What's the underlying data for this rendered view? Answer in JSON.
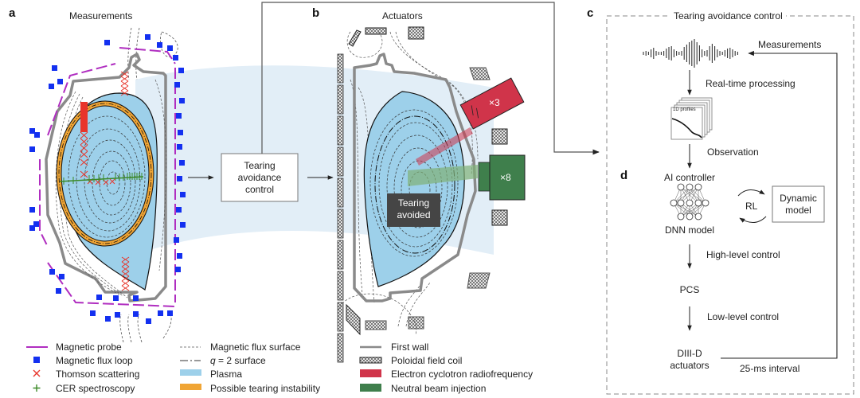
{
  "panels": {
    "a": {
      "label": "a",
      "title": "Measurements"
    },
    "b": {
      "label": "b",
      "title": "Actuators"
    },
    "c": {
      "label": "c",
      "title": "Tearing avoidance control"
    },
    "d": {
      "label": "d"
    }
  },
  "middle_box": {
    "line1": "Tearing",
    "line2": "avoidance",
    "line3": "control"
  },
  "tearing_avoided": {
    "line1": "Tearing",
    "line2": "avoided"
  },
  "actuator_labels": {
    "ecrf": "×3",
    "nbi": "×8"
  },
  "flow": {
    "measurements": "Measurements",
    "realtime": "Real-time processing",
    "profiles": "1D profiles",
    "observation": "Observation",
    "ai_controller": "AI controller",
    "dnn_model": "DNN model",
    "rl": "RL",
    "dynamic_line1": "Dynamic",
    "dynamic_line2": "model",
    "high_level": "High-level control",
    "pcs": "PCS",
    "low_level": "Low-level control",
    "diiid_line1": "DIII-D",
    "diiid_line2": "actuators",
    "interval": "25-ms interval"
  },
  "legend": {
    "col1": [
      {
        "label": "Magnetic probe",
        "icon": "magenta-line"
      },
      {
        "label": "Magnetic flux loop",
        "icon": "blue-square"
      },
      {
        "label": "Thomson scattering",
        "icon": "red-cross"
      },
      {
        "label": "CER spectroscopy",
        "icon": "green-plus"
      }
    ],
    "col2": [
      {
        "label": "Magnetic flux surface",
        "icon": "dashed-line"
      },
      {
        "label_prefix": "q",
        "label": " = 2 surface",
        "icon": "dash-dot-line"
      },
      {
        "label": "Plasma",
        "icon": "light-blue-patch"
      },
      {
        "label": "Possible tearing instability",
        "icon": "orange-patch"
      }
    ],
    "col3": [
      {
        "label": "First wall",
        "icon": "gray-line"
      },
      {
        "label": "Poloidal field coil",
        "icon": "checker-patch"
      },
      {
        "label": "Electron cyclotron radiofrequency",
        "icon": "red-patch"
      },
      {
        "label": "Neutral beam injection",
        "icon": "green-patch"
      }
    ]
  },
  "colors": {
    "plasma": "#9dd0ea",
    "band": "#e2eef7",
    "orange": "#f0a535",
    "probe": "#b02ec0",
    "flux_loop": "#1330f0",
    "thomson": "#e8352b",
    "cer": "#3c8a28",
    "wall": "#8a8a8a",
    "ecrf": "#d0344a",
    "nbi": "#3f7f4c",
    "dark_box": "#454545"
  }
}
